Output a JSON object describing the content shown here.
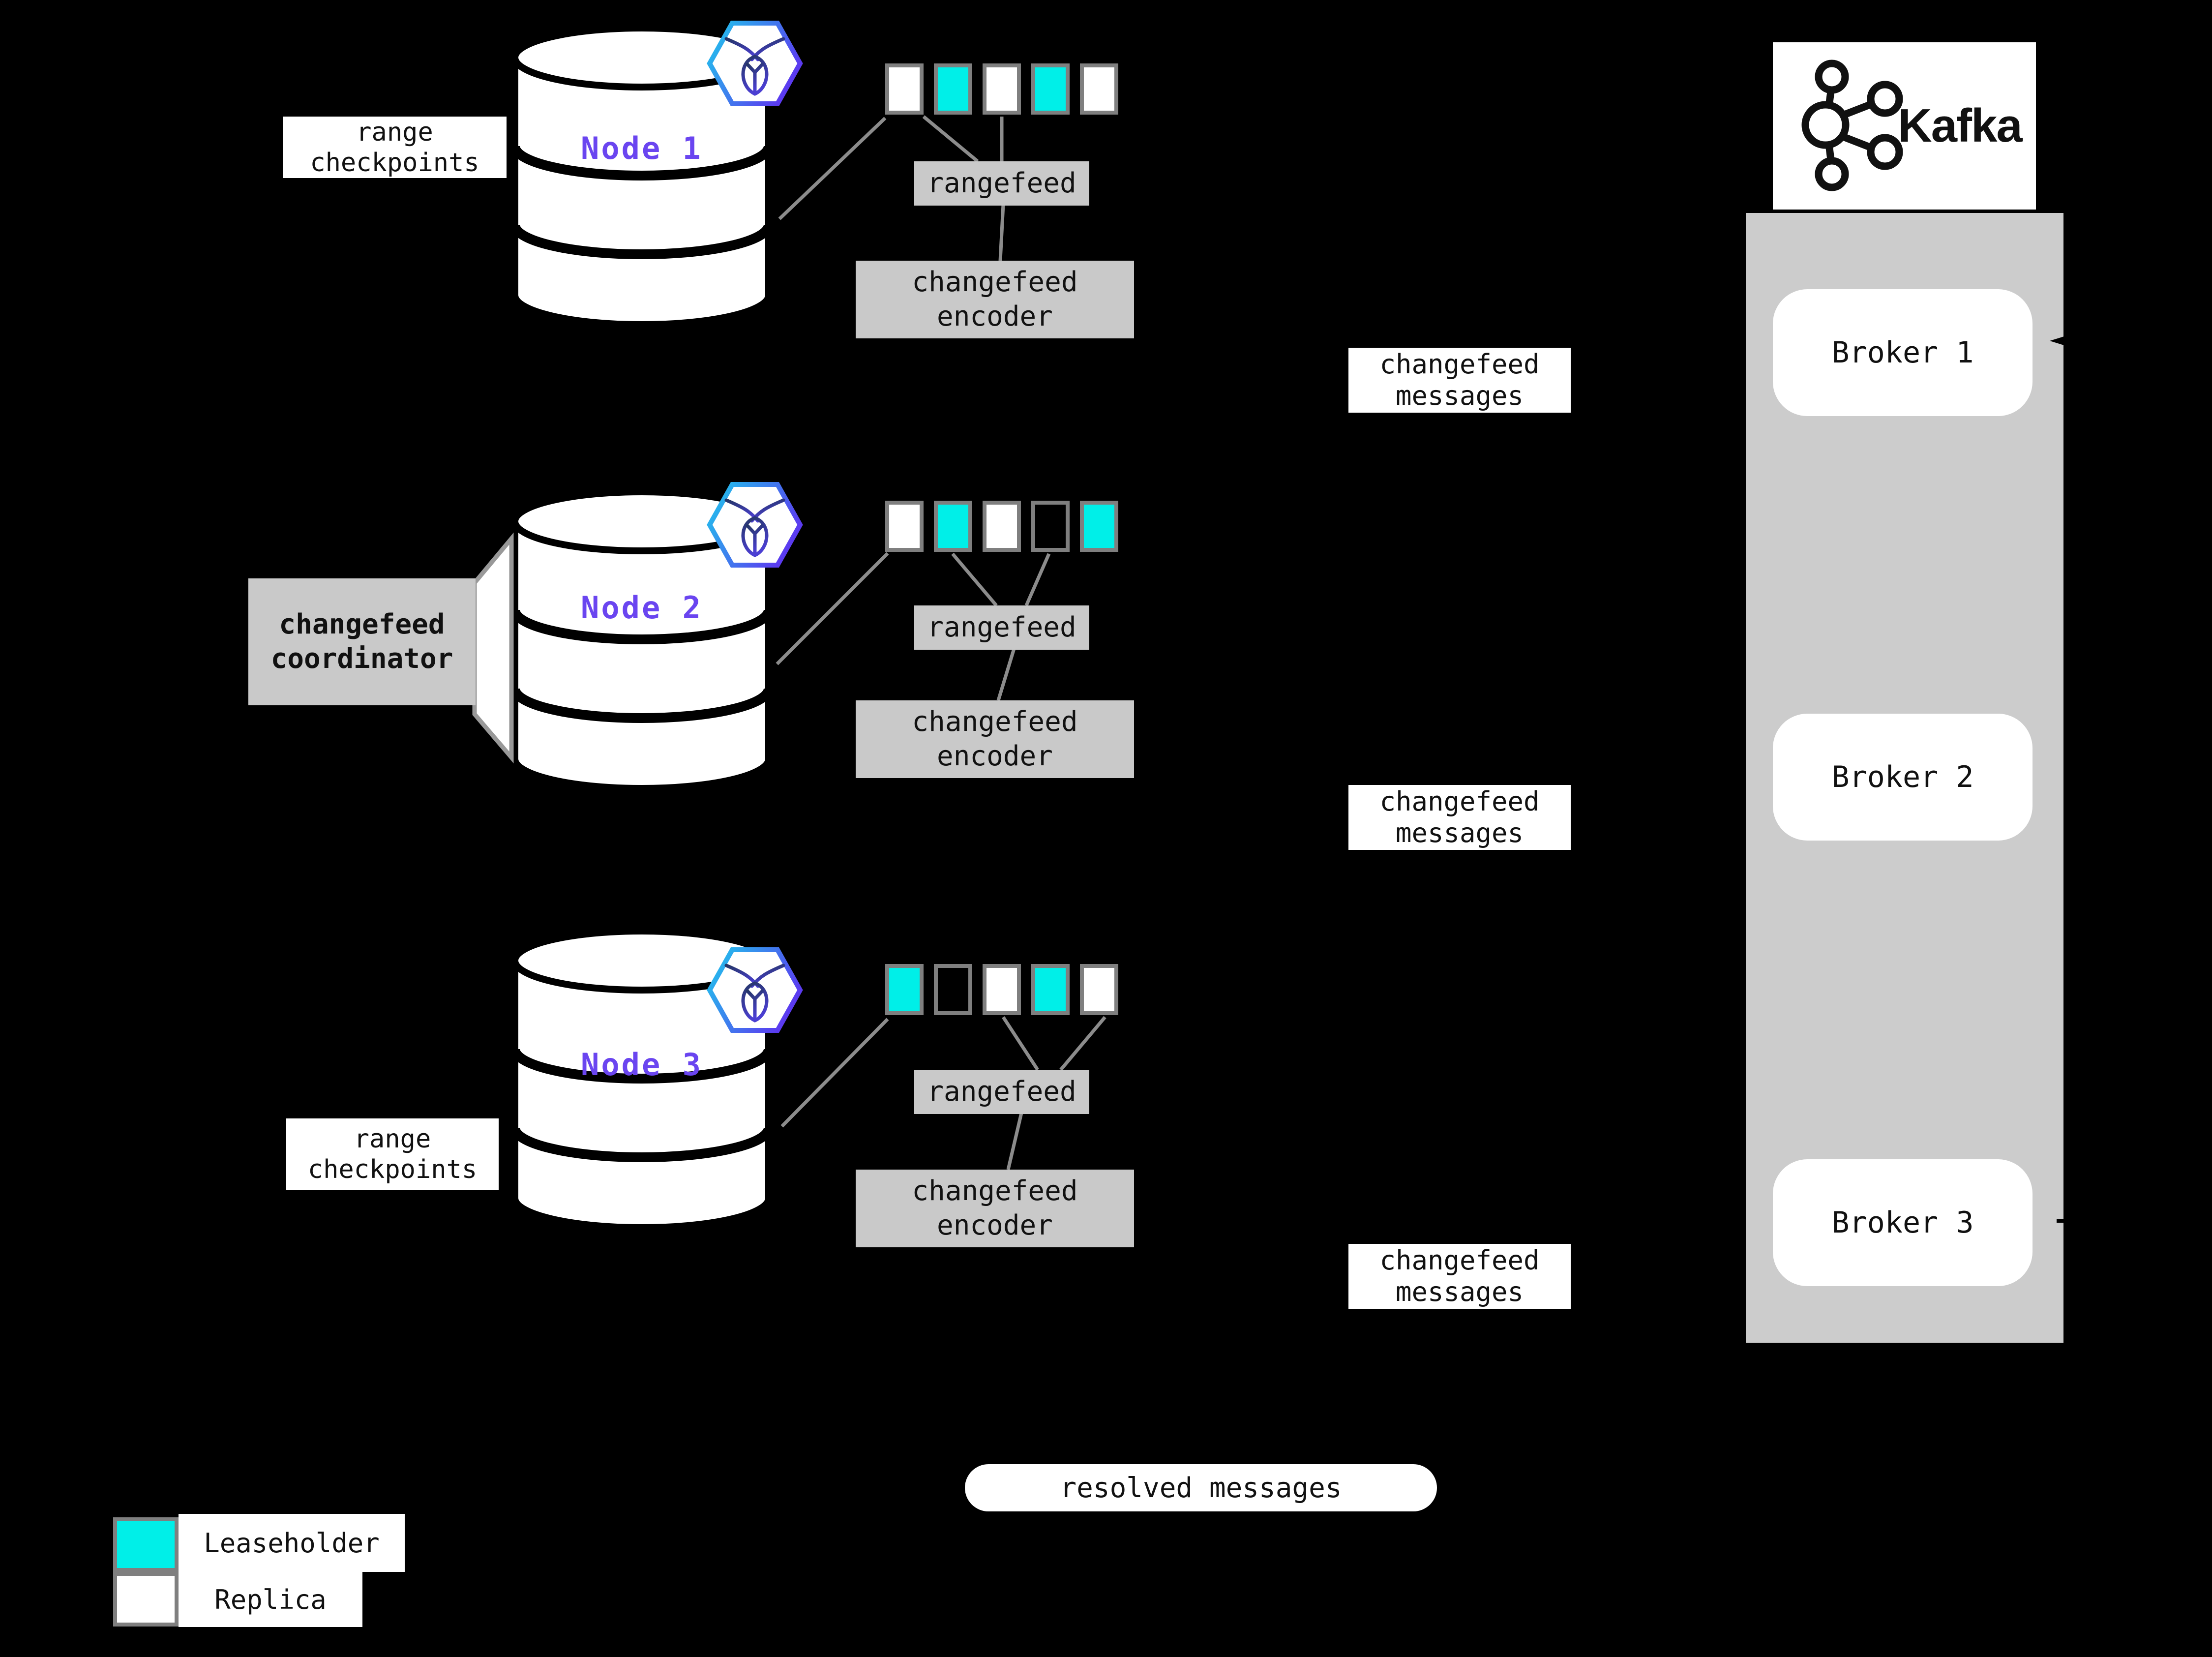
{
  "nodes": [
    {
      "name": "Node 1",
      "ranges": [
        "replica",
        "leaseholder",
        "replica",
        "leaseholder",
        "replica"
      ]
    },
    {
      "name": "Node 2",
      "ranges": [
        "replica",
        "leaseholder",
        "replica",
        "outline",
        "leaseholder"
      ]
    },
    {
      "name": "Node 3",
      "ranges": [
        "leaseholder",
        "outline",
        "replica",
        "leaseholder",
        "replica"
      ]
    }
  ],
  "labels": {
    "range_checkpoints_line1": "range",
    "range_checkpoints_line2": "checkpoints",
    "coordinator_line1": "changefeed",
    "coordinator_line2": "coordinator",
    "rangefeed": "rangefeed",
    "encoder_line1": "changefeed",
    "encoder_line2": "encoder",
    "messages_line1": "changefeed",
    "messages_line2": "messages",
    "resolved": "resolved messages"
  },
  "kafka": {
    "wordmark": "Kafka",
    "brokers": [
      "Broker 1",
      "Broker 2",
      "Broker 3"
    ]
  },
  "legend": {
    "leaseholder": "Leaseholder",
    "replica": "Replica",
    "swatches": [
      "leaseholder",
      "replica"
    ]
  },
  "colors": {
    "background": "#000000",
    "leaseholder_fill": "#00efe8",
    "replica_fill": "#ffffff",
    "range_border": "#7f7f7f",
    "box_gray": "#c9c9c9",
    "panel_gray": "#cccccc",
    "node_label_purple": "#6a45f0",
    "hexagon_gradient_start": "#1ec9ec",
    "hexagon_gradient_end": "#5b3bf0",
    "connector_gray": "#8c8c8c"
  }
}
